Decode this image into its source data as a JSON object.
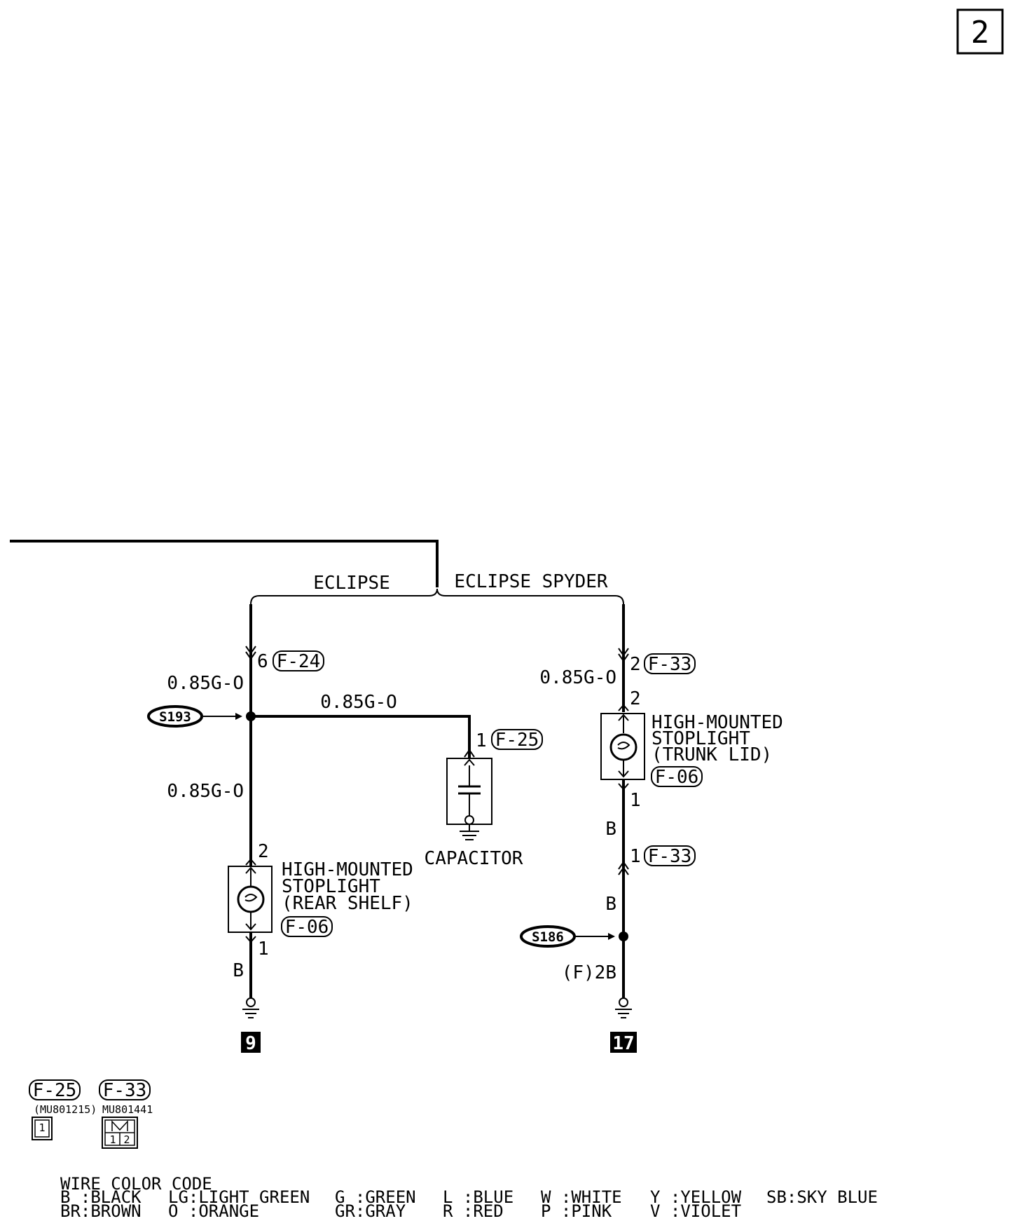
{
  "page_number": "2",
  "variants": {
    "left": "ECLIPSE",
    "right": "ECLIPSE SPYDER"
  },
  "wires": {
    "left_top": "0.85G-O",
    "branch": "0.85G-O",
    "left_mid": "0.85G-O",
    "left_bottom": "B",
    "right_top": "0.85G-O",
    "right_mid": "B",
    "right_lower": "B",
    "right_bottom": "(F)2B"
  },
  "pins": {
    "f24_pin": "6",
    "f25_pin": "1",
    "rear_pin_top": "2",
    "rear_pin_bottom": "1",
    "f33_pin_top": "2",
    "trunk_pin_top": "2",
    "trunk_pin_bottom": "1",
    "f33_pin_bottom": "1"
  },
  "connectors": {
    "f24": "F-24",
    "f25": "F-25",
    "f33_top": "F-33",
    "f33_bottom": "F-33",
    "f06_rear": "F-06",
    "f06_trunk": "F-06"
  },
  "splices": {
    "left": "S193",
    "right": "S186"
  },
  "components": {
    "capacitor": "CAPACITOR",
    "rear_line1": "HIGH-MOUNTED",
    "rear_line2": "STOPLIGHT",
    "rear_line3": "(REAR SHELF)",
    "trunk_line1": "HIGH-MOUNTED",
    "trunk_line2": "STOPLIGHT",
    "trunk_line3": "(TRUNK LID)"
  },
  "grounds": {
    "left": "9",
    "right": "17"
  },
  "connector_legend": [
    {
      "name": "F-25",
      "part": "(MU801215)",
      "pins": [
        "1"
      ]
    },
    {
      "name": "F-33",
      "part": "MU801441",
      "pins": [
        "1",
        "2"
      ]
    }
  ],
  "wire_color_code": {
    "title": "WIRE COLOR CODE",
    "row1": [
      "B :BLACK",
      "LG:LIGHT GREEN",
      "G :GREEN",
      "L :BLUE",
      "W :WHITE",
      "Y :YELLOW",
      "SB:SKY BLUE"
    ],
    "row2": [
      "BR:BROWN",
      "O :ORANGE",
      "GR:GRAY",
      "R :RED",
      "P :PINK",
      "V :VIOLET"
    ]
  }
}
